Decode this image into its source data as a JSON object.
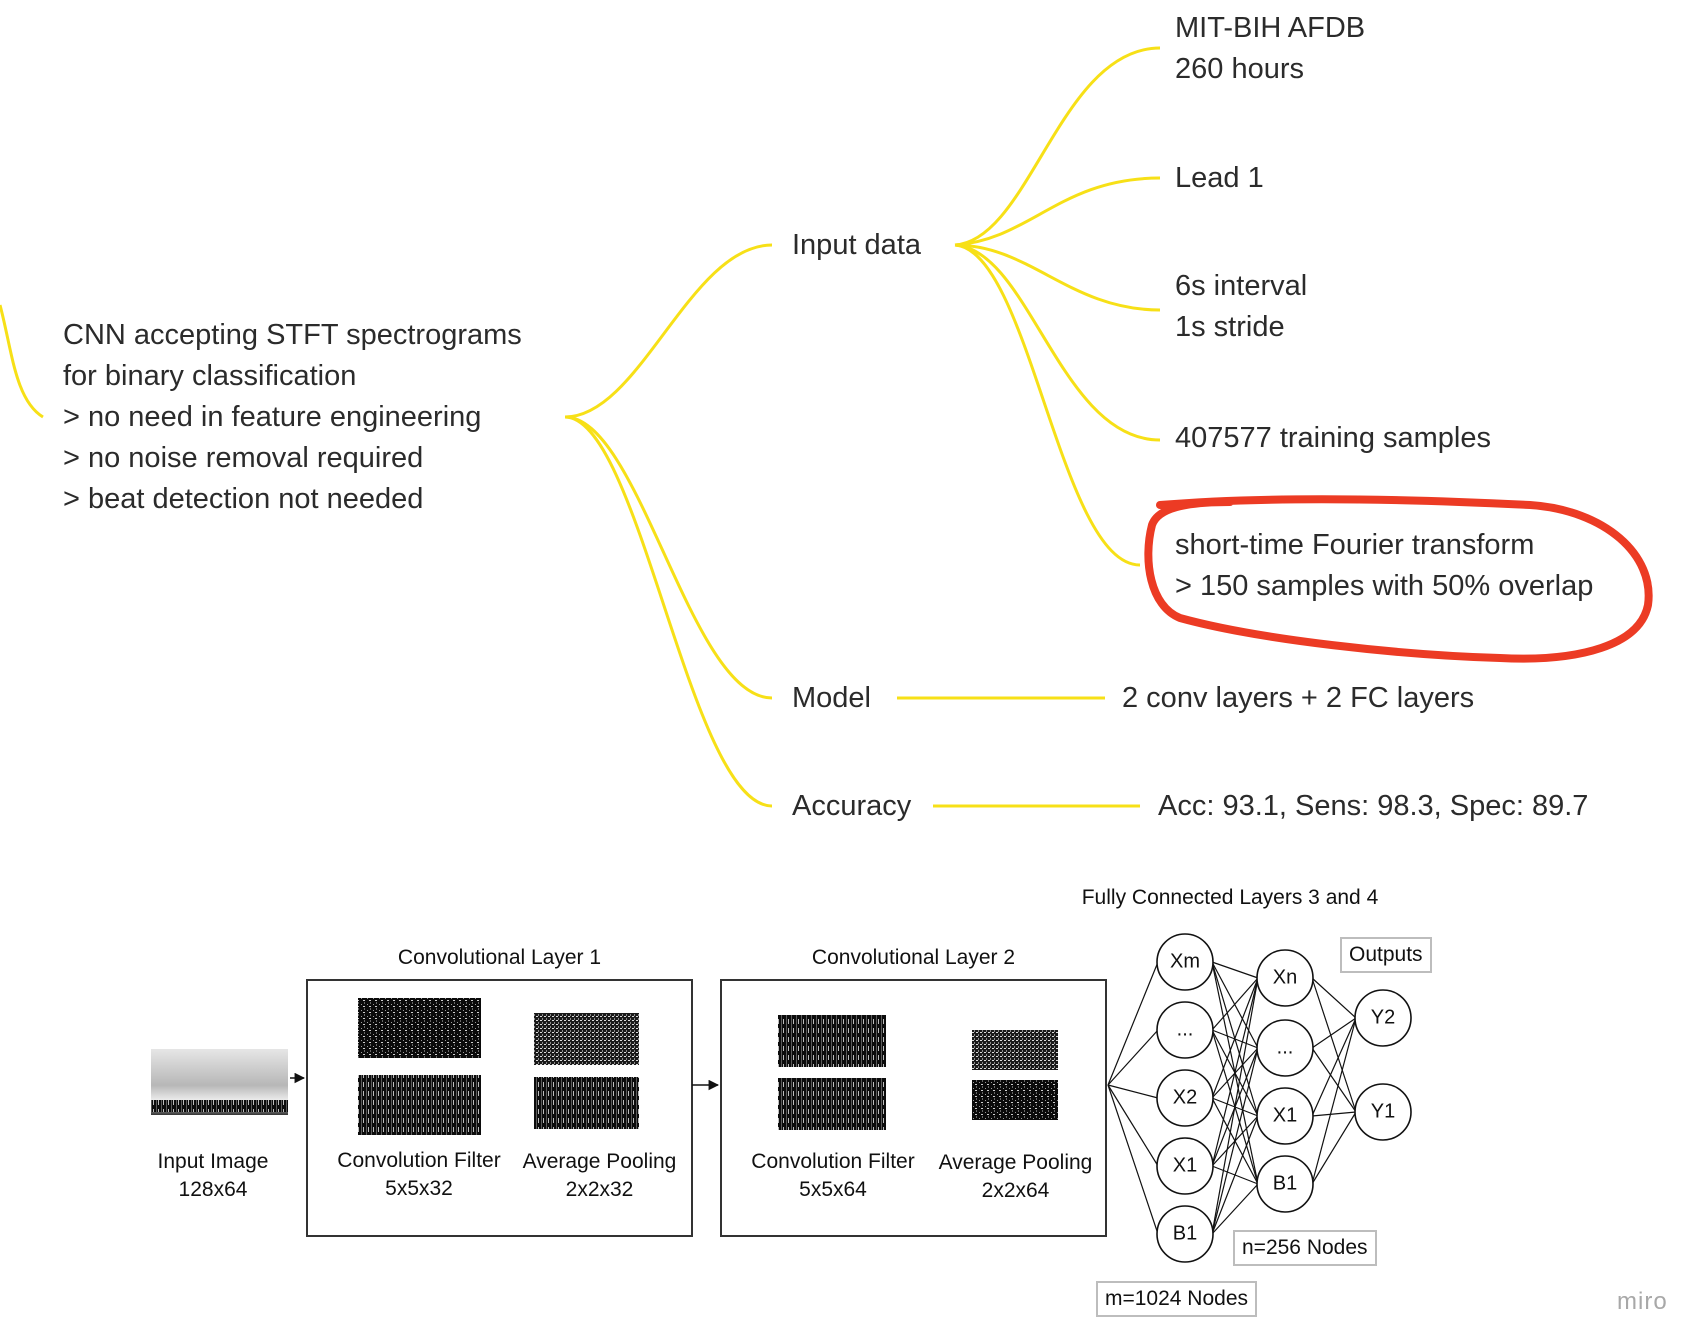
{
  "mindmap": {
    "root": {
      "lines": [
        "CNN accepting STFT spectrograms",
        "for binary classification",
        "> no need in feature engineering",
        "> no noise removal required",
        "> beat detection not needed"
      ]
    },
    "branches": {
      "input_data": {
        "label": "Input data"
      },
      "model": {
        "label": "Model",
        "value": "2 conv layers + 2 FC layers"
      },
      "accuracy": {
        "label": "Accuracy",
        "value": "Acc: 93.1, Sens: 98.3, Spec: 89.7"
      }
    },
    "input_children": [
      {
        "lines": [
          "MIT-BIH AFDB",
          "260 hours"
        ]
      },
      {
        "lines": [
          "Lead 1"
        ]
      },
      {
        "lines": [
          "6s interval",
          "1s stride"
        ]
      },
      {
        "lines": [
          "407577 training samples"
        ]
      },
      {
        "lines": [
          "short-time Fourier transform",
          "> 150 samples with 50% overlap"
        ],
        "highlighted": true
      }
    ],
    "connector_color": "#f7e017",
    "highlight_color": "#ec3b24"
  },
  "figure": {
    "input_image": {
      "label": "Input Image",
      "size": "128x64"
    },
    "conv1": {
      "title": "Convolutional Layer 1",
      "filter_label": "Convolution Filter",
      "filter_size": "5x5x32",
      "pool_label": "Average Pooling",
      "pool_size": "2x2x32"
    },
    "conv2": {
      "title": "Convolutional Layer 2",
      "filter_label": "Convolution Filter",
      "filter_size": "5x5x64",
      "pool_label": "Average Pooling",
      "pool_size": "2x2x64"
    },
    "fc": {
      "title": "Fully Connected Layers 3 and 4",
      "outputs_label": "Outputs",
      "m_nodes_label": "m=1024 Nodes",
      "n_nodes_label": "n=256 Nodes",
      "layer3_nodes": [
        "Xm",
        "...",
        "X2",
        "X1",
        "B1"
      ],
      "layer4_nodes": [
        "Xn",
        "...",
        "X1",
        "B1"
      ],
      "output_nodes": [
        "Y2",
        "Y1"
      ]
    }
  },
  "watermark": "miro"
}
